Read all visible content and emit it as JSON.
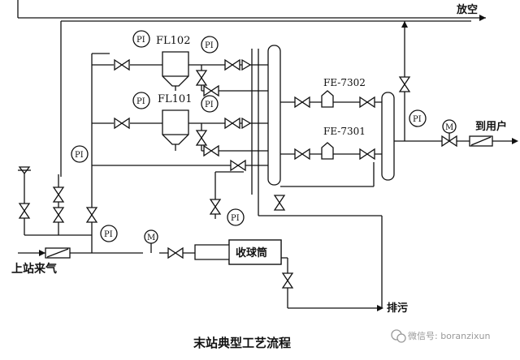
{
  "title": "末站典型工艺流程",
  "labels": {
    "vent": "放空",
    "to_user": "到用户",
    "drain": "排污",
    "inlet": "上站来气",
    "receiver": "收球筒",
    "filter_top": "FL102",
    "filter_bottom": "FL101",
    "meter_top": "FE-7302",
    "meter_bottom": "FE-7301"
  },
  "instrument_tag": "PI",
  "motor_tag": "M",
  "watermark": "微信号: boranzixun",
  "colors": {
    "line": "#111111",
    "background": "#ffffff",
    "watermark": "#999999"
  }
}
